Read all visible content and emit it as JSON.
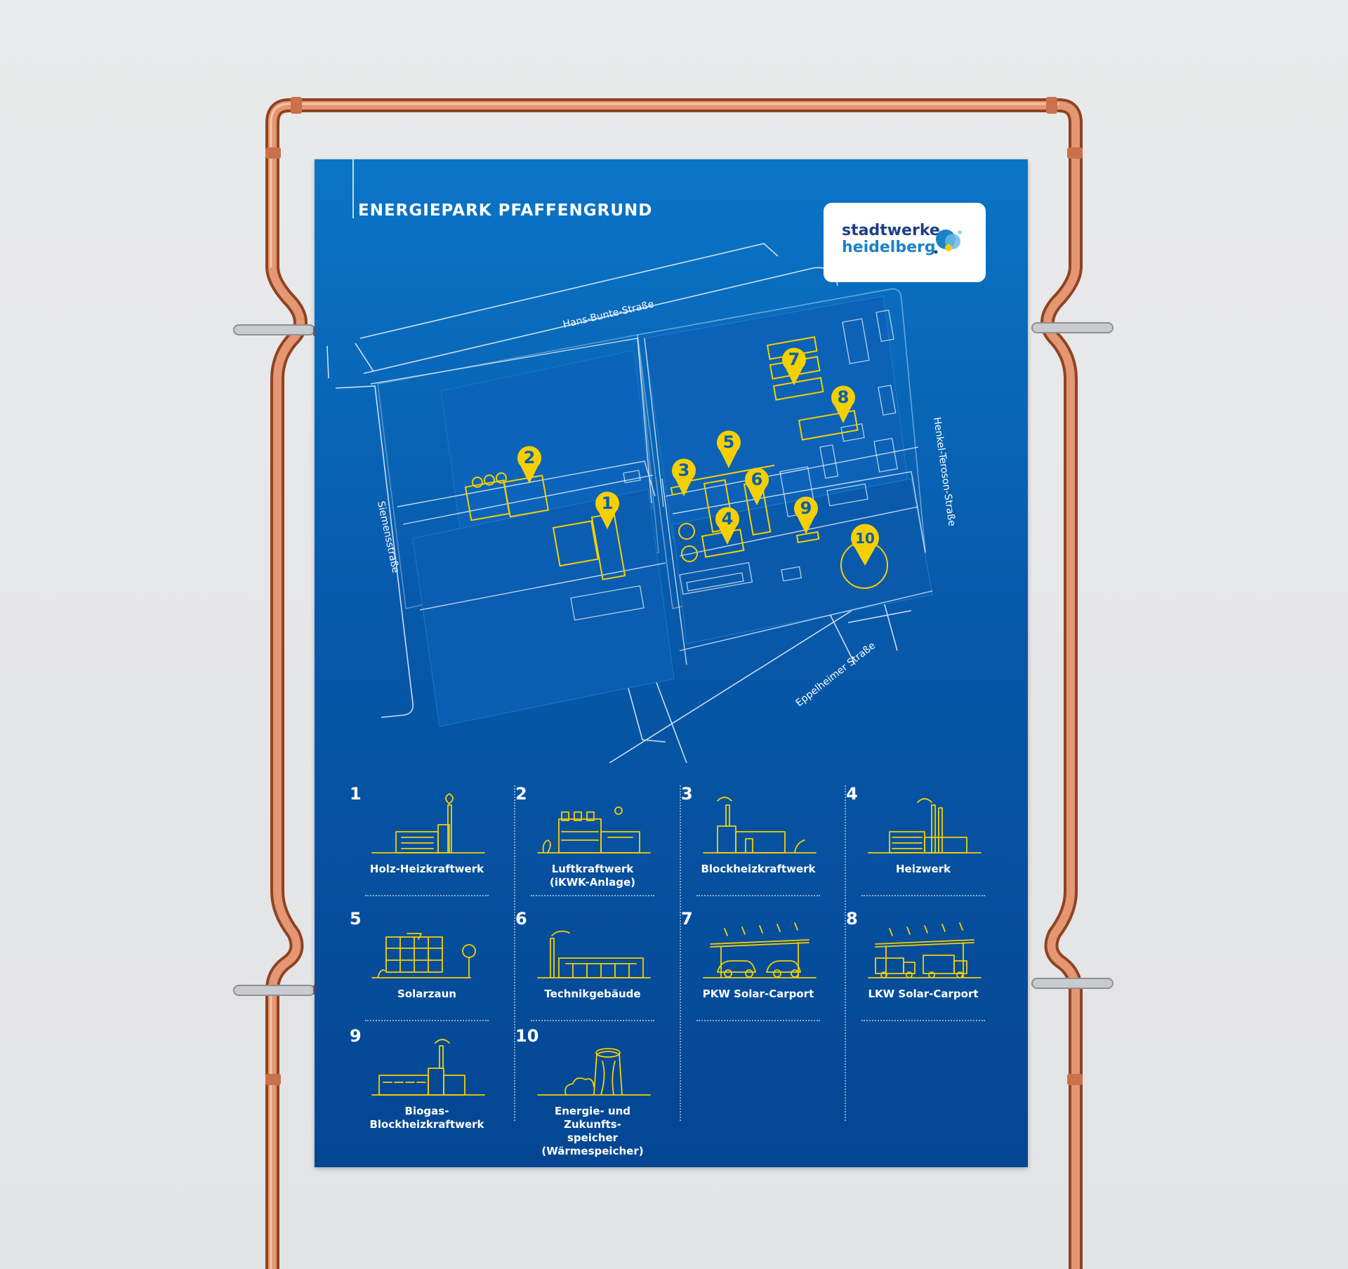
{
  "poster": {
    "title": "ENERGIEPARK PFAFFENGRUND",
    "colors": {
      "background": "#0759aa",
      "accent": "#f5d000",
      "line": "#ffffff"
    }
  },
  "logo": {
    "line1": "stadtwerke",
    "line2": "heidelberg"
  },
  "streets": {
    "north": "Hans-Bunte-Straße",
    "west": "Siemensstraße",
    "east": "Henkel-Teroson-Straße",
    "south": "Eppelheimer Straße"
  },
  "map_pins": [
    "1",
    "2",
    "3",
    "4",
    "5",
    "6",
    "7",
    "8",
    "9",
    "10"
  ],
  "legend": [
    {
      "number": "1",
      "label": "Holz-Heizkraftwerk",
      "icon": "wood-plant-icon"
    },
    {
      "number": "2",
      "label": "Luftkraftwerk\n(iKWK-Anlage)",
      "icon": "air-plant-icon"
    },
    {
      "number": "3",
      "label": "Blockheizkraftwerk",
      "icon": "chp-plant-icon"
    },
    {
      "number": "4",
      "label": "Heizwerk",
      "icon": "heating-plant-icon"
    },
    {
      "number": "5",
      "label": "Solarzaun",
      "icon": "solar-fence-icon"
    },
    {
      "number": "6",
      "label": "Technikgebäude",
      "icon": "technical-building-icon"
    },
    {
      "number": "7",
      "label": "PKW Solar-Carport",
      "icon": "car-carport-icon"
    },
    {
      "number": "8",
      "label": "LKW Solar-Carport",
      "icon": "truck-carport-icon"
    },
    {
      "number": "9",
      "label": "Biogas-\nBlockheizkraftwerk",
      "icon": "biogas-plant-icon"
    },
    {
      "number": "10",
      "label": "Energie- und Zukunfts-\nspeicher (Wärmespeicher)",
      "icon": "heat-storage-icon"
    }
  ]
}
